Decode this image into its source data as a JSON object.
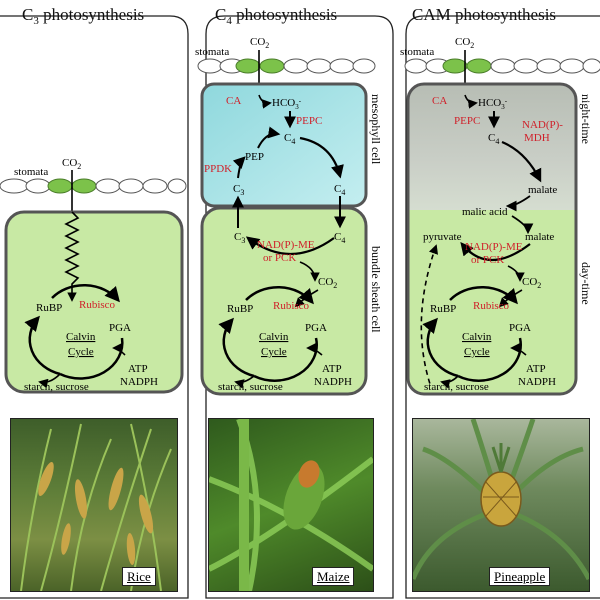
{
  "panels": [
    {
      "title_main": "C",
      "title_sub": "3",
      "title_rest": " photosynthesis",
      "stomata": "stomata",
      "co2": "CO",
      "co2_sub": "2",
      "rubisco": "Rubisco",
      "rubp": "RuBP",
      "pga": "PGA",
      "calvin1": "Calvin",
      "calvin2": "Cycle",
      "atp": "ATP",
      "nadph": "NADPH",
      "starch": "starch, sucrose",
      "photo_label": "Rice"
    },
    {
      "title_main": "C",
      "title_sub": "4",
      "title_rest": " photosynthesis",
      "stomata": "stomata",
      "co2": "CO",
      "co2_sub": "2",
      "ca": "CA",
      "hco3": "HCO",
      "hco3_sub": "3",
      "hco3_sup": "-",
      "pepc": "PEPC",
      "pep": "PEP",
      "ppdk": "PPDK",
      "c4": "C",
      "c4_sub": "4",
      "c3": "C",
      "c3_sub": "3",
      "nadp_me": "NAD(P)-ME",
      "or_pck": "or PCK",
      "rubisco": "Rubisco",
      "rubp": "RuBP",
      "pga": "PGA",
      "calvin1": "Calvin",
      "calvin2": "Cycle",
      "atp": "ATP",
      "nadph": "NADPH",
      "starch": "starch, sucrose",
      "side_top": "mesophyll cell",
      "side_bottom": "bundle sheath cell",
      "photo_label": "Maize"
    },
    {
      "title_main": "CAM photosynthesis",
      "stomata": "stomata",
      "co2": "CO",
      "co2_sub": "2",
      "ca": "CA",
      "hco3": "HCO",
      "hco3_sub": "3",
      "hco3_sup": "-",
      "pepc": "PEPC",
      "nadp_mdh1": "NAD(P)-",
      "nadp_mdh2": "MDH",
      "c4": "C",
      "c4_sub": "4",
      "malate": "malate",
      "malic_acid": "malic acid",
      "pyruvate": "pyruvate",
      "nadp_me": "NAD(P)-ME",
      "or_pck": "or PCK",
      "rubisco": "Rubisco",
      "rubp": "RuBP",
      "pga": "PGA",
      "calvin1": "Calvin",
      "calvin2": "Cycle",
      "atp": "ATP",
      "nadph": "NADPH",
      "starch": "starch, sucrose",
      "side_top": "night-time",
      "side_bottom": "day-time",
      "photo_label": "Pineapple"
    }
  ],
  "colors": {
    "cell_green": "#c8e9a4",
    "cell_cyan": "#a8e2e6",
    "cell_gray": "#c9cec6",
    "stroke": "#555555",
    "enzyme_red": "#d0202a",
    "guard_cell": "#7cc24a"
  }
}
